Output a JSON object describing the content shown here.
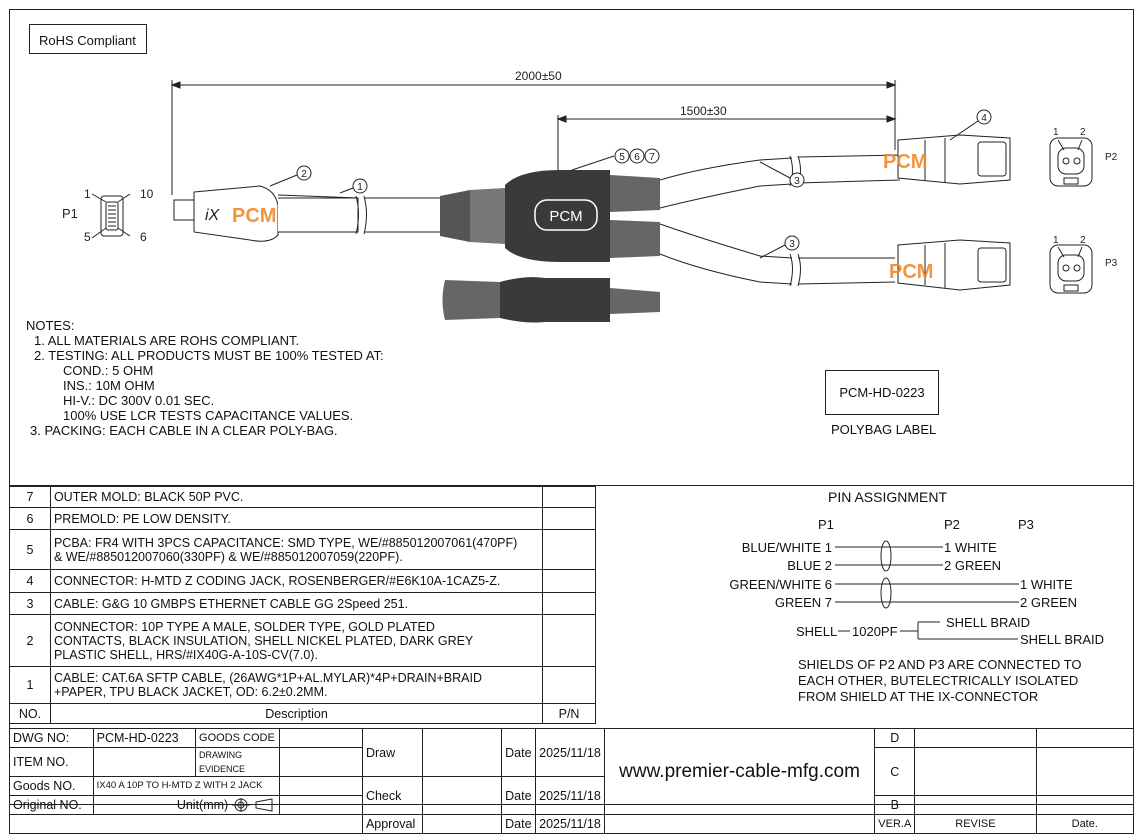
{
  "rohs_box": "RoHS Compliant",
  "dimensions": {
    "overall": "2000±50",
    "branch": "1500±30"
  },
  "callouts": {
    "c1": "1",
    "c2": "2",
    "c3": "3",
    "c4": "4",
    "c567": "567"
  },
  "p1": {
    "label": "P1",
    "pin1": "1",
    "pin10": "10",
    "pin5": "5",
    "pin6": "6"
  },
  "p2": {
    "label": "P2",
    "pin1": "1",
    "pin2": "2"
  },
  "p3": {
    "label": "P3",
    "pin1": "1",
    "pin2": "2"
  },
  "logo": {
    "brand": "PCM",
    "ix": "iX"
  },
  "notes": {
    "title": "NOTES:",
    "lines": [
      "1. ALL MATERIALS ARE ROHS COMPLIANT.",
      "2. TESTING: ALL PRODUCTS MUST BE 100% TESTED AT:",
      "COND.: 5 OHM",
      "INS.: 10M OHM",
      "HI-V.: DC 300V 0.01 SEC.",
      "100% USE LCR TESTS CAPACITANCE VALUES.",
      "3. PACKING: EACH CABLE IN A CLEAR POLY-BAG."
    ]
  },
  "polybag": {
    "code": "PCM-HD-0223",
    "caption": "POLYBAG LABEL"
  },
  "bom": {
    "header": {
      "no": "NO.",
      "desc": "Description",
      "pn": "P/N"
    },
    "rows": [
      {
        "no": "7",
        "desc": [
          "OUTER MOLD: BLACK 50P PVC."
        ]
      },
      {
        "no": "6",
        "desc": [
          "PREMOLD: PE LOW DENSITY."
        ]
      },
      {
        "no": "5",
        "desc": [
          "PCBA: FR4 WITH 3PCS CAPACITANCE: SMD TYPE, WE/#885012007061(470PF)",
          "& WE/#885012007060(330PF) & WE/#885012007059(220PF)."
        ]
      },
      {
        "no": "4",
        "desc": [
          "CONNECTOR: H-MTD Z CODING JACK, ROSENBERGER/#E6K10A-1CAZ5-Z."
        ]
      },
      {
        "no": "3",
        "desc": [
          "CABLE: G&G 10 GMBPS ETHERNET CABLE GG 2Speed 251."
        ]
      },
      {
        "no": "2",
        "desc": [
          "CONNECTOR: 10P TYPE A MALE, SOLDER TYPE, GOLD PLATED",
          "CONTACTS, BLACK INSULATION, SHELL NICKEL PLATED, DARK GREY",
          "PLASTIC SHELL, HRS/#IX40G-A-10S-CV(7.0)."
        ]
      },
      {
        "no": "1",
        "desc": [
          "CABLE: CAT.6A SFTP CABLE, (26AWG*1P+AL.MYLAR)*4P+DRAIN+BRAID",
          "+PAPER, TPU BLACK JACKET, OD: 6.2±0.2MM."
        ]
      }
    ]
  },
  "pin_assignment": {
    "title": "PIN  ASSIGNMENT",
    "col_p1": "P1",
    "col_p2": "P2",
    "col_p3": "P3",
    "left": [
      "BLUE/WHITE 1",
      "BLUE 2",
      "GREEN/WHITE 6",
      "GREEN 7"
    ],
    "right": [
      "1  WHITE",
      "2  GREEN",
      "1  WHITE",
      "2  GREEN"
    ],
    "shell": "SHELL",
    "capacitor": "1020PF",
    "shell_braid_1": "SHELL BRAID",
    "shell_braid_2": "SHELL BRAID",
    "note": [
      "SHIELDS OF P2 AND P3 ARE CONNECTED TO",
      "EACH OTHER, BUTELECTRICALLY ISOLATED",
      "FROM SHIELD AT THE IX-CONNECTOR"
    ]
  },
  "title_block": {
    "dwg_no_label": "DWG NO:",
    "dwg_no": "PCM-HD-0223",
    "goods_code": "GOODS CODE",
    "item_no_label": "ITEM NO.",
    "drawing_evidence": "DRAWING EVIDENCE",
    "goods_no_label": "Goods NO.",
    "goods_no": "IX40 A 10P TO H-MTD Z WITH 2 JACK",
    "original_no_label": "Original NO.",
    "unit_label": "Unit(mm)",
    "draw": "Draw",
    "check": "Check",
    "approval": "Approval",
    "date_label": "Date",
    "date_draw": "2025/11/18",
    "date_check": "2025/11/18",
    "date_approval": "2025/11/18",
    "website": "www.premier-cable-mfg.com",
    "rev_d": "D",
    "rev_c": "C",
    "rev_b": "B",
    "ver": "VER.A",
    "revise": "REVISE",
    "date_col": "Date."
  },
  "colors": {
    "line": "#222222",
    "watermark": "#f08a2a",
    "overmold": "#3a3a3a"
  }
}
